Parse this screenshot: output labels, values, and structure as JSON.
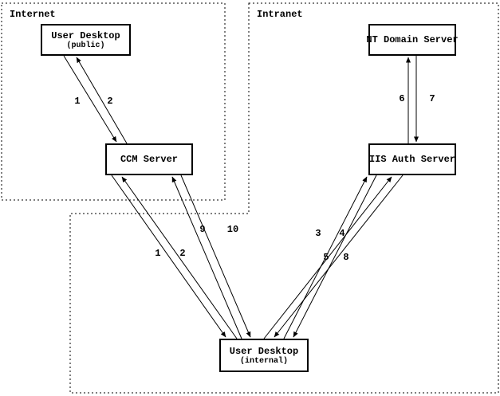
{
  "colors": {
    "foreground": "#000000",
    "background": "#ffffff"
  },
  "zones": {
    "internet": {
      "label": "Internet"
    },
    "intranet": {
      "label": "Intranet"
    }
  },
  "nodes": {
    "user_desktop_public": {
      "title": "User Desktop",
      "subtitle": "(public)"
    },
    "nt_domain_server": {
      "title": "NT Domain Server"
    },
    "ccm_server": {
      "title": "CCM Server"
    },
    "iis_auth_server": {
      "title": "IIS Auth Server"
    },
    "user_desktop_internal": {
      "title": "User Desktop",
      "subtitle": "(internal)"
    }
  },
  "edge_labels": [
    "1",
    "2",
    "6",
    "7",
    "1",
    "2",
    "9",
    "10",
    "3",
    "4",
    "5",
    "8"
  ],
  "connections": [
    {
      "from": "User Desktop (public)",
      "to": "CCM Server",
      "steps": [
        "1",
        "2"
      ],
      "bidirectional": true
    },
    {
      "from": "NT Domain Server",
      "to": "IIS Auth Server",
      "steps": [
        "6",
        "7"
      ],
      "bidirectional": true
    },
    {
      "from": "CCM Server",
      "to": "User Desktop (internal)",
      "steps": [
        "1",
        "2"
      ],
      "bidirectional": true
    },
    {
      "from": "CCM Server",
      "to": "User Desktop (internal)",
      "steps": [
        "9",
        "10"
      ],
      "bidirectional": true
    },
    {
      "from": "IIS Auth Server",
      "to": "User Desktop (internal)",
      "steps": [
        "3",
        "4"
      ],
      "bidirectional": true
    },
    {
      "from": "IIS Auth Server",
      "to": "User Desktop (internal)",
      "steps": [
        "5",
        "8"
      ],
      "bidirectional": true
    }
  ]
}
